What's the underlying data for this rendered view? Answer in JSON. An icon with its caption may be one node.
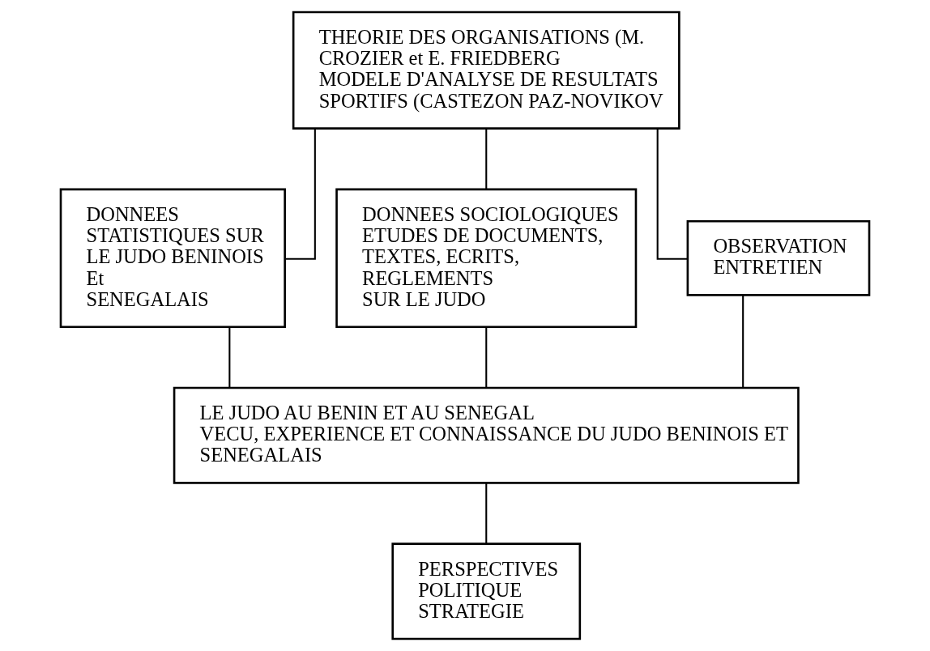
{
  "diagram": {
    "nodes": [
      {
        "text": [
          "THEORIE DES ORGANISATIONS (M. CROZIER et E. FRIEDBERG",
          "MODELE D'ANALYSE DE RESULTATS SPORTIFS (CASTEZON PAZ-NOVIKOV"
        ]
      },
      {
        "text": [
          "DONNEES STATISTIQUES SUR LE JUDO BENINOIS",
          "Et",
          "SENEGALAIS"
        ]
      },
      {
        "text": [
          "DONNEES SOCIOLOGIQUES",
          "ETUDES DE DOCUMENTS, TEXTES, ECRITS, REGLEMENTS",
          "SUR LE JUDO"
        ]
      },
      {
        "text": [
          "OBSERVATION",
          "ENTRETIEN"
        ]
      },
      {
        "text": [
          "LE JUDO AU BENIN ET AU SENEGAL",
          "VECU, EXPERIENCE ET CONNAISSANCE DU JUDO BENINOIS ET SENEGALAIS"
        ]
      },
      {
        "text": [
          "PERSPECTIVES",
          "POLITIQUE",
          "STRATEGIE"
        ]
      }
    ],
    "edges": [
      {
        "from": 0,
        "to": 1,
        "arrow": "none"
      },
      {
        "from": 0,
        "to": 2,
        "arrow": "none"
      },
      {
        "from": 0,
        "to": 3,
        "arrow": "none"
      },
      {
        "from": 1,
        "to": 4,
        "arrow": "none"
      },
      {
        "from": 2,
        "to": 4,
        "arrow": "none"
      },
      {
        "from": 3,
        "to": 4,
        "arrow": "none"
      },
      {
        "from": 4,
        "to": 5,
        "arrow": "none"
      }
    ]
  }
}
